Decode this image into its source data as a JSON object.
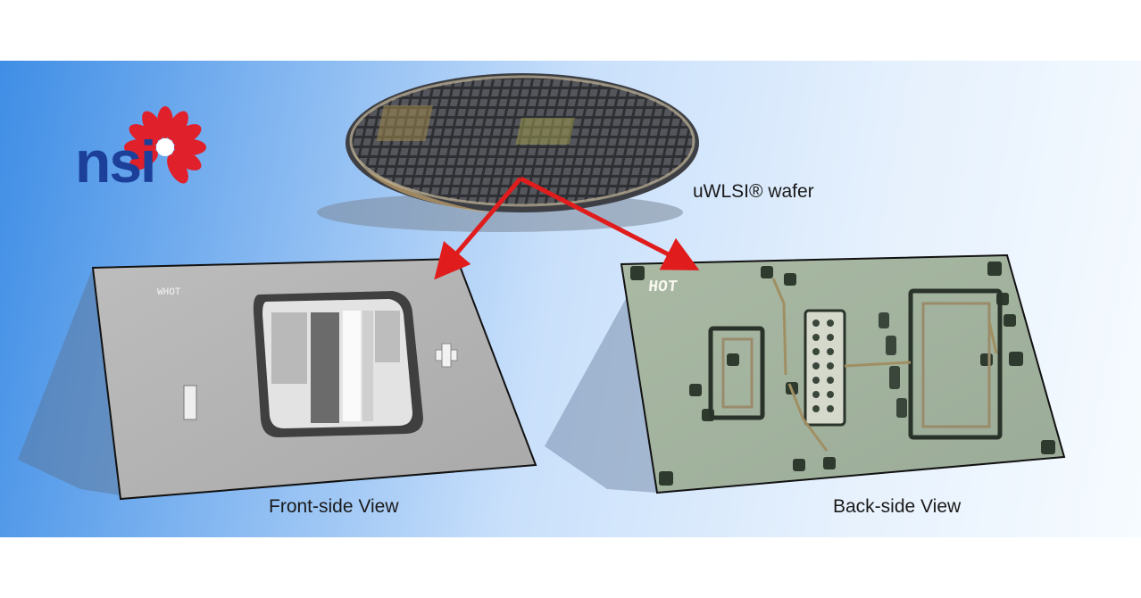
{
  "logo": {
    "text": "nsi",
    "icon": "red-flower-icon",
    "brand_color": "#1c3f9a",
    "accent_color": "#e0202a"
  },
  "labels": {
    "wafer": "uWLSI® wafer",
    "front": "Front-side View",
    "back": "Back-side View",
    "front_chip_mark": "WHOT",
    "back_chip_mark": "HOT"
  },
  "colors": {
    "arrow": "#e01c1c",
    "background_band": "#7fb4f0"
  }
}
